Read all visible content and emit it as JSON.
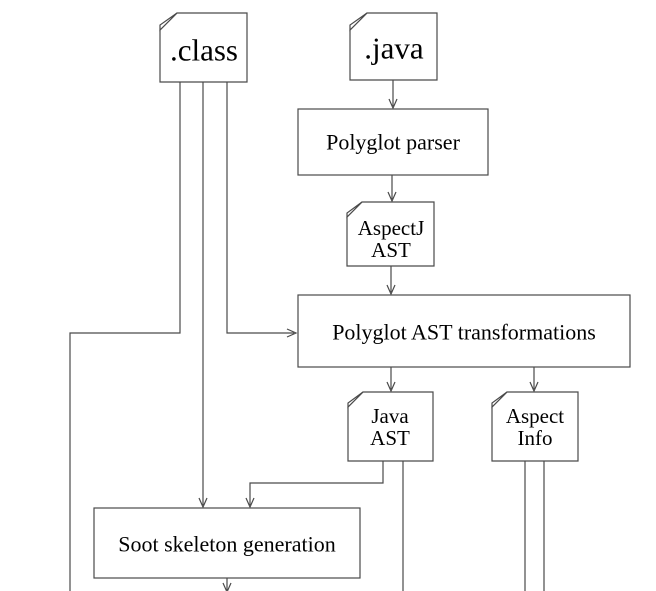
{
  "diagram": {
    "title": "AspectJ compiler pipeline flow diagram",
    "colors": {
      "background": "#ffffff",
      "line": "#4a4a4a",
      "shape_border": "#4a4a4a",
      "text": "#000000"
    },
    "nodes": {
      "class_file": {
        "type": "document",
        "label": ".class"
      },
      "java_file": {
        "type": "document",
        "label": ".java"
      },
      "polyglot_parser": {
        "type": "box",
        "label": "Polyglot parser"
      },
      "aspectj_ast": {
        "type": "document",
        "label": "AspectJ AST",
        "line1": "AspectJ",
        "line2": "AST"
      },
      "polyglot_ast_transformations": {
        "type": "box",
        "label": "Polyglot AST transformations"
      },
      "java_ast": {
        "type": "document",
        "label": "Java AST",
        "line1": "Java",
        "line2": "AST"
      },
      "aspect_info": {
        "type": "document",
        "label": "Aspect Info",
        "line1": "Aspect",
        "line2": "Info"
      },
      "soot_skeleton_generation": {
        "type": "box",
        "label": "Soot skeleton generation"
      }
    },
    "edges": [
      {
        "from": ".java",
        "to": "Polyglot parser",
        "arrow": true
      },
      {
        "from": "Polyglot parser",
        "to": "AspectJ AST",
        "arrow": true
      },
      {
        "from": "AspectJ AST",
        "to": "Polyglot AST transformations",
        "arrow": true
      },
      {
        "from": ".class",
        "to": "Polyglot AST transformations",
        "arrow": true
      },
      {
        "from": ".class",
        "to": "Soot skeleton generation",
        "arrow": true
      },
      {
        "from": ".class",
        "to": "off-screen bottom",
        "arrow": false
      },
      {
        "from": "Polyglot AST transformations",
        "to": "Java AST",
        "arrow": true
      },
      {
        "from": "Polyglot AST transformations",
        "to": "Aspect Info",
        "arrow": true
      },
      {
        "from": "Java AST",
        "to": "Soot skeleton generation",
        "arrow": true
      },
      {
        "from": "Java AST",
        "to": "off-screen bottom",
        "arrow": false
      },
      {
        "from": "Aspect Info",
        "to": "off-screen bottom",
        "arrow": false
      },
      {
        "from": "Aspect Info",
        "to": "off-screen bottom",
        "arrow": false
      },
      {
        "from": "Soot skeleton generation",
        "to": "off-screen bottom",
        "arrow": true
      }
    ]
  }
}
